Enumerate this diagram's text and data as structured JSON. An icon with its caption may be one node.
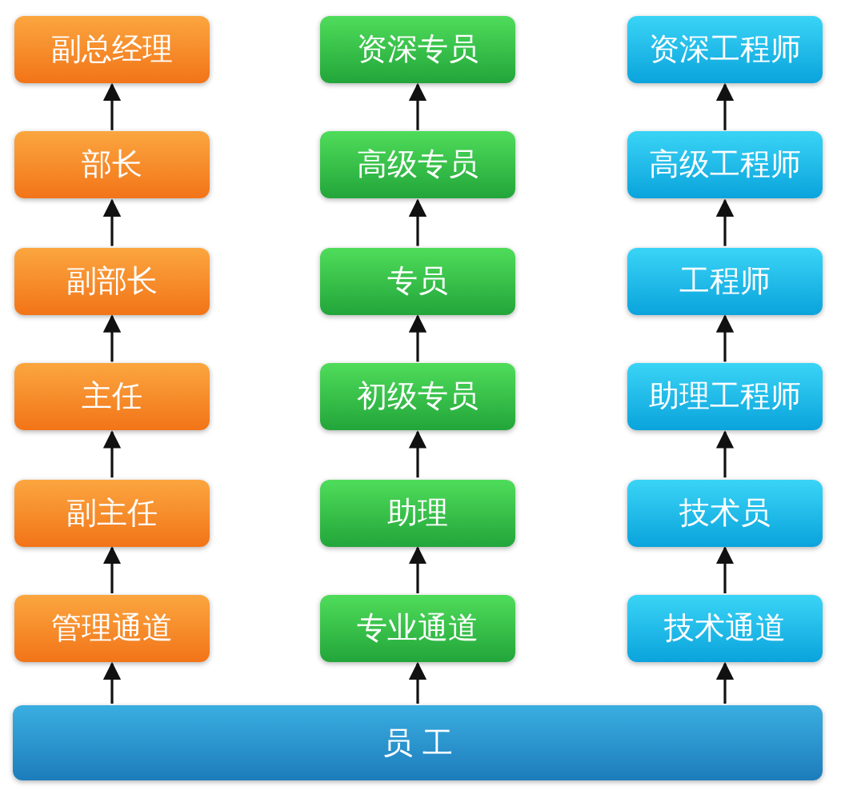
{
  "diagram": {
    "nodes": [
      {
        "text": [
          "副总经理"
        ]
      },
      {
        "text": [
          "资深专员"
        ]
      },
      {
        "text": [
          "资深工程师"
        ]
      },
      {
        "text": [
          "部长"
        ]
      },
      {
        "text": [
          "高级专员"
        ]
      },
      {
        "text": [
          "高级工程师"
        ]
      },
      {
        "text": [
          "副部长"
        ]
      },
      {
        "text": [
          "专员"
        ]
      },
      {
        "text": [
          "工程师"
        ]
      },
      {
        "text": [
          "主任"
        ]
      },
      {
        "text": [
          "初级专员"
        ]
      },
      {
        "text": [
          "助理工程师"
        ]
      },
      {
        "text": [
          "副主任"
        ]
      },
      {
        "text": [
          "助理"
        ]
      },
      {
        "text": [
          "技术员"
        ]
      },
      {
        "text": [
          "管理通道"
        ]
      },
      {
        "text": [
          "专业通道"
        ]
      },
      {
        "text": [
          "技术通道"
        ]
      },
      {
        "text": [
          "员 工"
        ]
      }
    ],
    "edges": [
      {
        "from": 3,
        "to": 0,
        "arrow": "to"
      },
      {
        "from": 4,
        "to": 1,
        "arrow": "to"
      },
      {
        "from": 5,
        "to": 2,
        "arrow": "to"
      },
      {
        "from": 6,
        "to": 3,
        "arrow": "to"
      },
      {
        "from": 7,
        "to": 4,
        "arrow": "to"
      },
      {
        "from": 8,
        "to": 5,
        "arrow": "to"
      },
      {
        "from": 9,
        "to": 6,
        "arrow": "to"
      },
      {
        "from": 10,
        "to": 7,
        "arrow": "to"
      },
      {
        "from": 11,
        "to": 8,
        "arrow": "to"
      },
      {
        "from": 12,
        "to": 9,
        "arrow": "to"
      },
      {
        "from": 13,
        "to": 10,
        "arrow": "to"
      },
      {
        "from": 14,
        "to": 11,
        "arrow": "to"
      },
      {
        "from": 15,
        "to": 12,
        "arrow": "to"
      },
      {
        "from": 16,
        "to": 13,
        "arrow": "to"
      },
      {
        "from": 17,
        "to": 14,
        "arrow": "to"
      },
      {
        "from": 18,
        "to": 15,
        "arrow": "to"
      },
      {
        "from": 18,
        "to": 16,
        "arrow": "to"
      },
      {
        "from": 18,
        "to": 17,
        "arrow": "to"
      }
    ]
  }
}
